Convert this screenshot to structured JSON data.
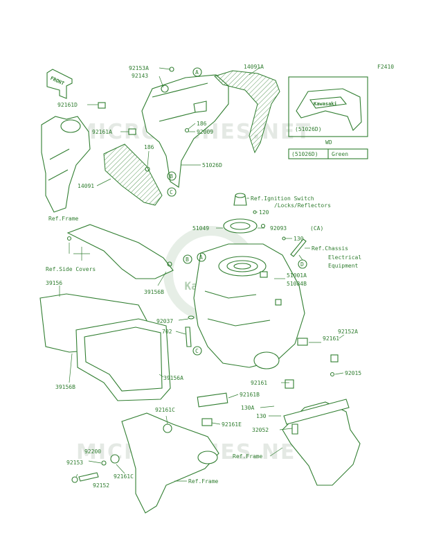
{
  "figure_code": "F2410",
  "front_arrow_text": "FRONT",
  "watermark": {
    "text": "MICROFICHES.NET",
    "logo_text": "Kawasaki"
  },
  "inset": {
    "part_ref": "(51026D)",
    "brand_text": "Kawasaki",
    "variant": "WD",
    "table": {
      "part": "(51026D)",
      "color": "Green"
    }
  },
  "callouts": {
    "A": "A",
    "B": "B",
    "C": "C",
    "D": "D"
  },
  "parts": {
    "p92153A": "92153A",
    "p92143": "92143",
    "p14091A": "14091A",
    "p92161D": "92161D",
    "p186a": "186",
    "p92009": "92009",
    "p92161A": "92161A",
    "p186b": "186",
    "p51026D": "51026D",
    "p14091": "14091",
    "ref_frame_1": "Ref.Frame",
    "ref_ignition_1": "Ref.Ignition Switch",
    "ref_ignition_2": "/Locks/Reflectors",
    "p120": "120",
    "p51049": "51049",
    "p92093": "92093",
    "p92093_ca": "(CA)",
    "p130": "130",
    "ref_chassis_1": "Ref.Chassis",
    "ref_chassis_2": "Electrical",
    "ref_chassis_3": "Equipment",
    "ref_side_covers": "Ref.Side Covers",
    "p39156": "39156",
    "p39156B_top": "39156B",
    "p51001A": "51001A",
    "p51084B": "51084B",
    "p92037": "92037",
    "p702": "702",
    "p92152A": "92152A",
    "p92161_r": "92161",
    "p39156B_bottom": "39156B",
    "p39156A": "39156A",
    "p92015": "92015",
    "p92161_m": "92161",
    "p92161B": "92161B",
    "p130A": "130A",
    "p130_b": "130",
    "p92161C_top": "92161C",
    "p92161E": "92161E",
    "p32052": "32052",
    "ref_frame_2": "Ref.Frame",
    "p92200": "92200",
    "p92153": "92153",
    "p92152": "92152",
    "p92161C_bot": "92161C",
    "ref_frame_3": "Ref.Frame"
  }
}
